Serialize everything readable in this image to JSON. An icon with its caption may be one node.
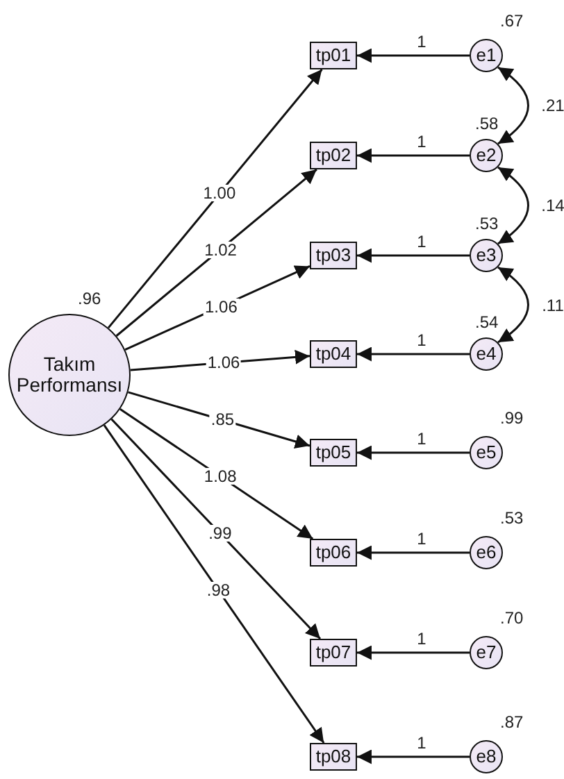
{
  "diagram": {
    "nodes": [
      {
        "text": [
          "Takım Performansı"
        ],
        "beside": [
          ".96"
        ]
      },
      {
        "text": [
          "tp01"
        ]
      },
      {
        "text": [
          "tp02"
        ]
      },
      {
        "text": [
          "tp03"
        ]
      },
      {
        "text": [
          "tp04"
        ]
      },
      {
        "text": [
          "tp05"
        ]
      },
      {
        "text": [
          "tp06"
        ]
      },
      {
        "text": [
          "tp07"
        ]
      },
      {
        "text": [
          "tp08"
        ]
      },
      {
        "text": [
          "e1"
        ],
        "beside": [
          ".67"
        ]
      },
      {
        "text": [
          "e2"
        ],
        "beside": [
          ".58"
        ]
      },
      {
        "text": [
          "e3"
        ],
        "beside": [
          ".53"
        ]
      },
      {
        "text": [
          "e4"
        ],
        "beside": [
          ".54"
        ]
      },
      {
        "text": [
          "e5"
        ],
        "beside": [
          ".99"
        ]
      },
      {
        "text": [
          "e6"
        ],
        "beside": [
          ".53"
        ]
      },
      {
        "text": [
          "e7"
        ],
        "beside": [
          ".70"
        ]
      },
      {
        "text": [
          "e8"
        ],
        "beside": [
          ".87"
        ]
      }
    ],
    "edges": [
      {
        "from": 0,
        "to": 1,
        "arrow": "to",
        "label": "1.00"
      },
      {
        "from": 0,
        "to": 2,
        "arrow": "to",
        "label": "1.02"
      },
      {
        "from": 0,
        "to": 3,
        "arrow": "to",
        "label": "1.06"
      },
      {
        "from": 0,
        "to": 4,
        "arrow": "to",
        "label": "1.06"
      },
      {
        "from": 0,
        "to": 5,
        "arrow": "to",
        "label": ".85"
      },
      {
        "from": 0,
        "to": 6,
        "arrow": "to",
        "label": "1.08"
      },
      {
        "from": 0,
        "to": 7,
        "arrow": "to",
        "label": ".99"
      },
      {
        "from": 0,
        "to": 8,
        "arrow": "to",
        "label": ".98"
      },
      {
        "from": 9,
        "to": 1,
        "arrow": "to",
        "label": "1"
      },
      {
        "from": 10,
        "to": 2,
        "arrow": "to",
        "label": "1"
      },
      {
        "from": 11,
        "to": 3,
        "arrow": "to",
        "label": "1"
      },
      {
        "from": 12,
        "to": 4,
        "arrow": "to",
        "label": "1"
      },
      {
        "from": 13,
        "to": 5,
        "arrow": "to",
        "label": "1"
      },
      {
        "from": 14,
        "to": 6,
        "arrow": "to",
        "label": "1"
      },
      {
        "from": 15,
        "to": 7,
        "arrow": "to",
        "label": "1"
      },
      {
        "from": 16,
        "to": 8,
        "arrow": "to",
        "label": "1"
      },
      {
        "from": 9,
        "to": 10,
        "arrow": "both",
        "label": ".21"
      },
      {
        "from": 10,
        "to": 11,
        "arrow": "both",
        "label": ".14"
      },
      {
        "from": 11,
        "to": 12,
        "arrow": "both",
        "label": ".11"
      }
    ]
  }
}
